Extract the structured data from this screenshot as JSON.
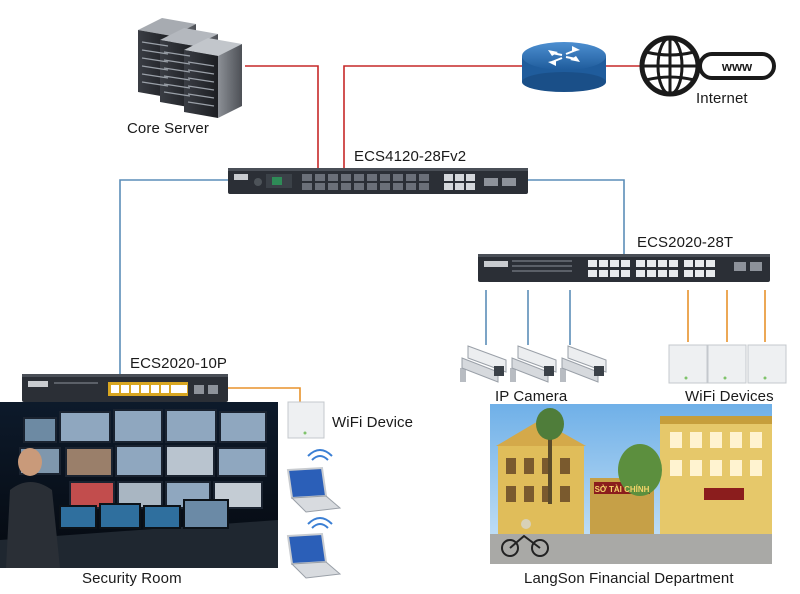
{
  "labels": {
    "core_server": "Core Server",
    "internet": "Internet",
    "www": "www",
    "core_switch": "ECS4120-28Fv2",
    "right_switch": "ECS2020-28T",
    "left_switch": "ECS2020-10P",
    "ip_camera": "IP Camera",
    "wifi_devices": "WiFi Devices",
    "wifi_device": "WiFi Device",
    "security_room": "Security Room",
    "financial_dept": "LangSon Financial Department",
    "building_sign": "SỞ TÀI CHÍNH"
  },
  "colors": {
    "uplink_red": "#c62828",
    "link_blue": "#5b8db8",
    "wifi_orange": "#e8922b",
    "switch_body": "#2b2f36",
    "router_blue": "#2f6fb3"
  },
  "icons": {
    "server": "server-rack-icon",
    "router": "router-icon",
    "globe": "globe-icon",
    "camera": "ip-camera-icon",
    "access_point": "wifi-access-point-icon",
    "laptop": "laptop-wifi-icon"
  }
}
